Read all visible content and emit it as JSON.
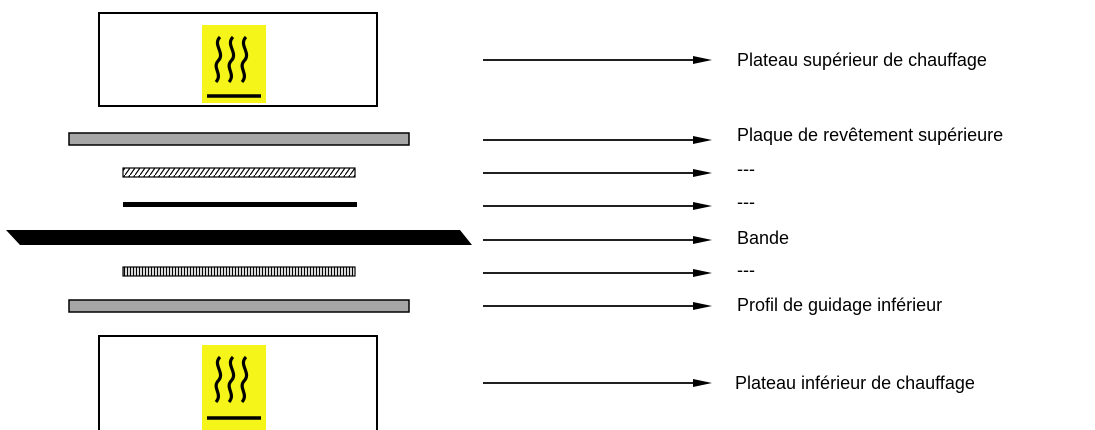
{
  "labels": {
    "top_heating_plate": "Plateau supérieur de chauffage",
    "top_cover_plate": "Plaque de revêtement supérieure",
    "layer_1": "---",
    "layer_2": "---",
    "belt": "Bande",
    "layer_3": "---",
    "bottom_guide_profile": "Profil de guidage inférieur",
    "bottom_heating_plate": "Plateau inférieur de chauffage"
  },
  "icons": {
    "heating_symbol": "hot-surface-icon"
  },
  "colors": {
    "heat_symbol_bg": "#f5f51a",
    "plate_fill": "#a6a6a6",
    "stroke": "#000000"
  }
}
